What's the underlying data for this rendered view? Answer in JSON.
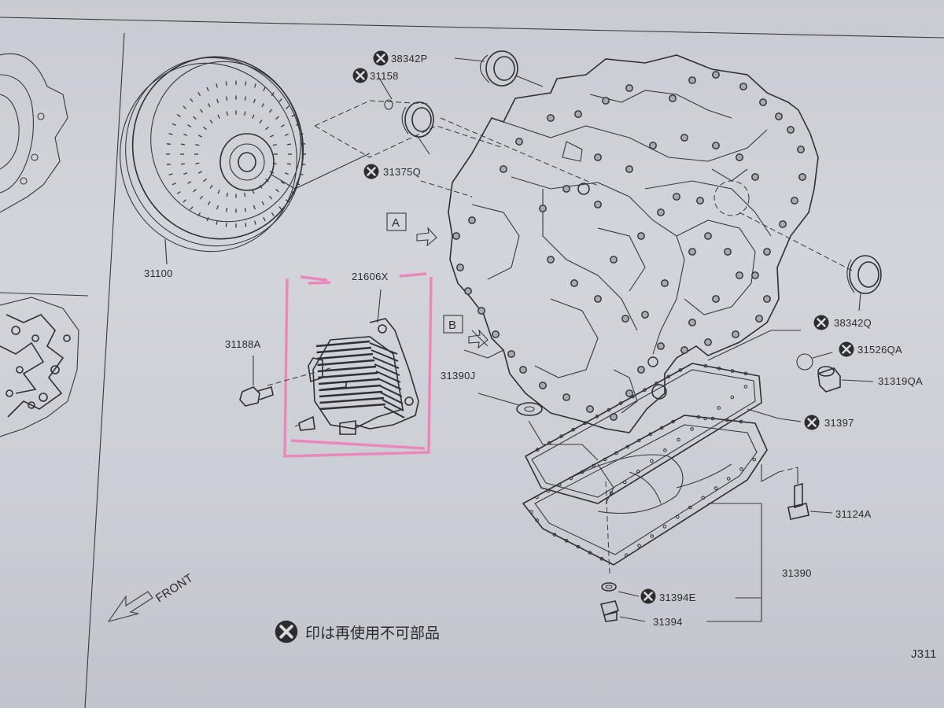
{
  "labels": {
    "p31100": "31100",
    "p38342P": "38342P",
    "p31158": "31158",
    "p31375Q": "31375Q",
    "p21606X": "21606X",
    "p31188A": "31188A",
    "p38342Q": "38342Q",
    "p31526QA": "31526QA",
    "p31319QA": "31319QA",
    "p31390J": "31390J",
    "p31397": "31397",
    "p31124A": "31124A",
    "p31390": "31390",
    "p31394E": "31394E",
    "p31394": "31394"
  },
  "view_a": "A",
  "view_b": "B",
  "front": "FRONT",
  "legend_text": "印は再使用不可部品",
  "figure_code": "J311",
  "colors": {
    "ink": "#2b2b30",
    "highlight": "#f07ab5",
    "paper": "#d1d3d9"
  },
  "icons": {
    "non_reusable": "circle-x-icon"
  }
}
